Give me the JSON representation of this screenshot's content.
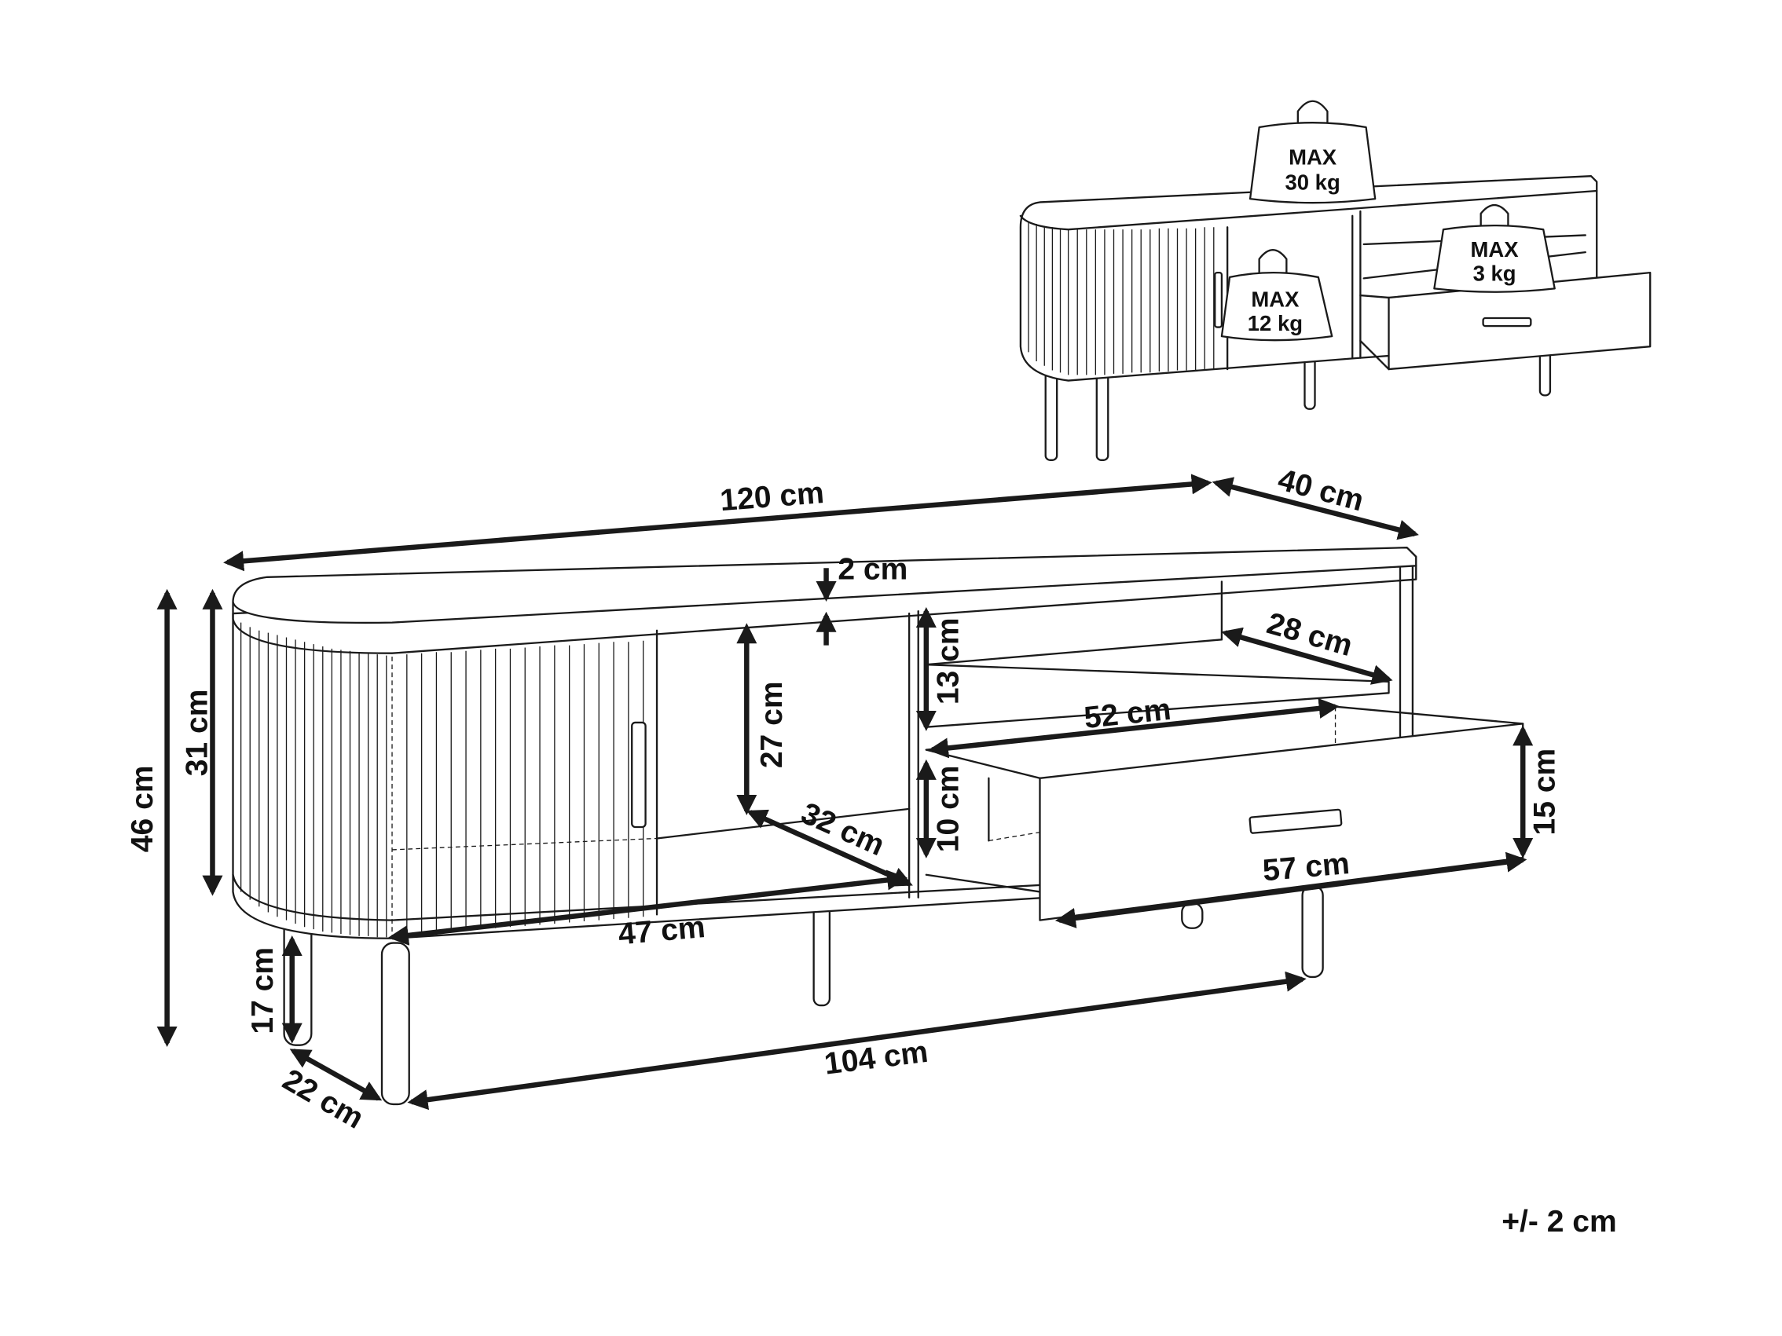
{
  "dimensions": {
    "width": "120 cm",
    "depth": "40 cm",
    "top_thickness": "2 cm",
    "total_height": "46 cm",
    "body_height": "31 cm",
    "compartment_height": "27 cm",
    "upper_shelf_height": "13 cm",
    "shelf_depth": "28 cm",
    "drawer_inner_width": "52 cm",
    "drawer_inner_height": "10 cm",
    "drawer_front_height": "15 cm",
    "compartment_depth": "32 cm",
    "drawer_front_width": "57 cm",
    "door_width": "47 cm",
    "leg_height": "17 cm",
    "leg_depth_spacing": "22 cm",
    "leg_width_spacing": "104 cm"
  },
  "tolerance": "+/- 2 cm",
  "load_limits": [
    {
      "label": "MAX",
      "value": "30 kg"
    },
    {
      "label": "MAX",
      "value": "12 kg"
    },
    {
      "label": "MAX",
      "value": "3 kg"
    }
  ]
}
